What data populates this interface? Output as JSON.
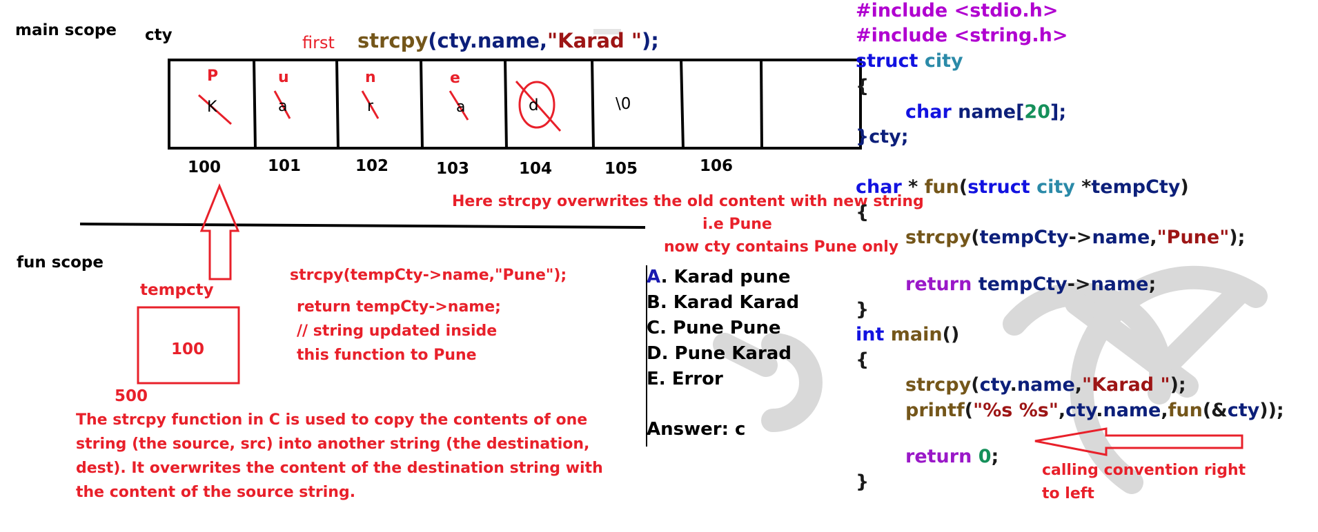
{
  "memory": {
    "scope_main": "main scope",
    "scope_fun": "fun scope",
    "var_name": "cty",
    "first_label": "first",
    "first_stmt": {
      "fn": "strcpy",
      "open": "(",
      "obj": "cty",
      "dot": ".",
      "member": "name",
      "comma": ",",
      "str": "\"Karad \"",
      "close": ");"
    },
    "cells": [
      {
        "old": "K",
        "new": "P",
        "addr": "100"
      },
      {
        "old": "a",
        "new": "u",
        "addr": "101"
      },
      {
        "old": "r",
        "new": "n",
        "addr": "102"
      },
      {
        "old": "a",
        "new": "e",
        "addr": "103"
      },
      {
        "old": "d",
        "new": "",
        "addr": "104"
      },
      {
        "old": "\\0",
        "new": "",
        "addr": "105"
      },
      {
        "old": "",
        "new": "",
        "addr": "106"
      },
      {
        "old": "",
        "new": "",
        "addr": ""
      }
    ]
  },
  "fun_box": {
    "label": "tempcty",
    "value": "100",
    "addr": "500"
  },
  "notes": {
    "strcpy_call": "strcpy(tempCty->name,\"Pune\");",
    "return_lines": [
      "return tempCty->name;",
      "// string updated inside",
      "this function to Pune"
    ],
    "overwrite_lines": [
      "Here strcpy overwrites the old content with new string",
      "i.e Pune",
      "now cty contains Pune only"
    ],
    "explanation_lines": [
      "The strcpy function in C is used to copy the contents of one",
      "string (the source, src) into another string (the destination,",
      "dest). It overwrites the content of the destination string with",
      "the content of the source string."
    ],
    "calling_lines": [
      "calling convention right",
      "to left"
    ]
  },
  "options": [
    {
      "letter": "A",
      "text": ". Karad pune"
    },
    {
      "letter": "B",
      "text": ". Karad Karad"
    },
    {
      "letter": "C",
      "text": ". Pune Pune"
    },
    {
      "letter": "D",
      "text": ". Pune Karad"
    },
    {
      "letter": "E",
      "text": ". Error"
    }
  ],
  "answer": "Answer: c",
  "code": {
    "inc1": "#include <stdio.h>",
    "inc2": "#include <string.h>",
    "kw_struct": "struct",
    "kw_char": "char",
    "kw_int": "int",
    "kw_return": "return",
    "ty_city": "city",
    "lbrace": "{",
    "rbrace": "}",
    "end_struct": "}cty;",
    "name": "name",
    "lbr": "[",
    "size": "20",
    "rbr_semi": "];",
    "star": " * ",
    "fun": "fun",
    "main": "main",
    "paren_open": "(",
    "param_star": " *",
    "temp": "tempCty",
    "paren_close": ")",
    "strcpy": "strcpy",
    "arrow": "->",
    "comma": ",",
    "pune": "\"Pune\"",
    "close_semi": ");",
    "semi": ";",
    "parens": "()",
    "cty": "cty",
    "dot": ".",
    "karad": "\"Karad \"",
    "printf": "printf",
    "fmt": "\"%s %s\"",
    "amp": "(&",
    "close2": "));",
    "zero": "0"
  },
  "colors": {
    "red": "#e8202a",
    "black": "#000000"
  }
}
